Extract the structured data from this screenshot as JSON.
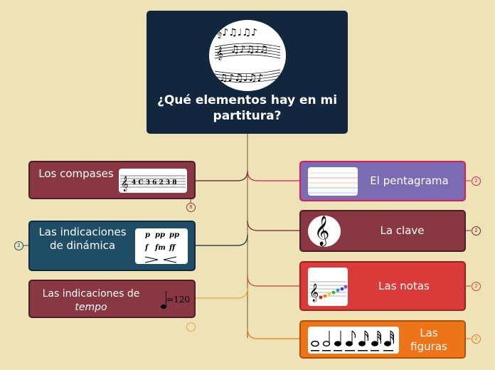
{
  "central": {
    "title": "¿Qué elementos hay en mi partitura?"
  },
  "left_topics": [
    {
      "label": "Los compases",
      "badge": "8"
    },
    {
      "label": "Las indicaciones de dinámica",
      "badge": "2"
    },
    {
      "label_main": "Las indicaciones de",
      "label_em": "tempo",
      "badge": "",
      "image_text": "=120"
    }
  ],
  "right_topics": [
    {
      "label": "El pentagrama",
      "badge": "2"
    },
    {
      "label": "La clave",
      "badge": "2"
    },
    {
      "label": "Las notas",
      "badge": "2"
    },
    {
      "label": "Las figuras",
      "badge": "2"
    }
  ],
  "colors": {
    "background": "#ede3b6",
    "central": "#12273d",
    "compases": "#8a3744",
    "dinamica": "#1f4d66",
    "tempo": "#8a3744",
    "pentagrama_border": "#e0195a",
    "clave": "#8a3744",
    "notas": "#d93a3a",
    "figuras": "#ee7418"
  },
  "icons": {
    "central": "sheet-music-image",
    "compases": "time-signatures-image",
    "dinamica": "dynamics-marks-image",
    "tempo": "metronome-mark-image",
    "pentagrama": "staff-lines-image",
    "clave": "treble-clef-image",
    "notas": "colored-notes-image",
    "figuras": "note-figures-image"
  }
}
